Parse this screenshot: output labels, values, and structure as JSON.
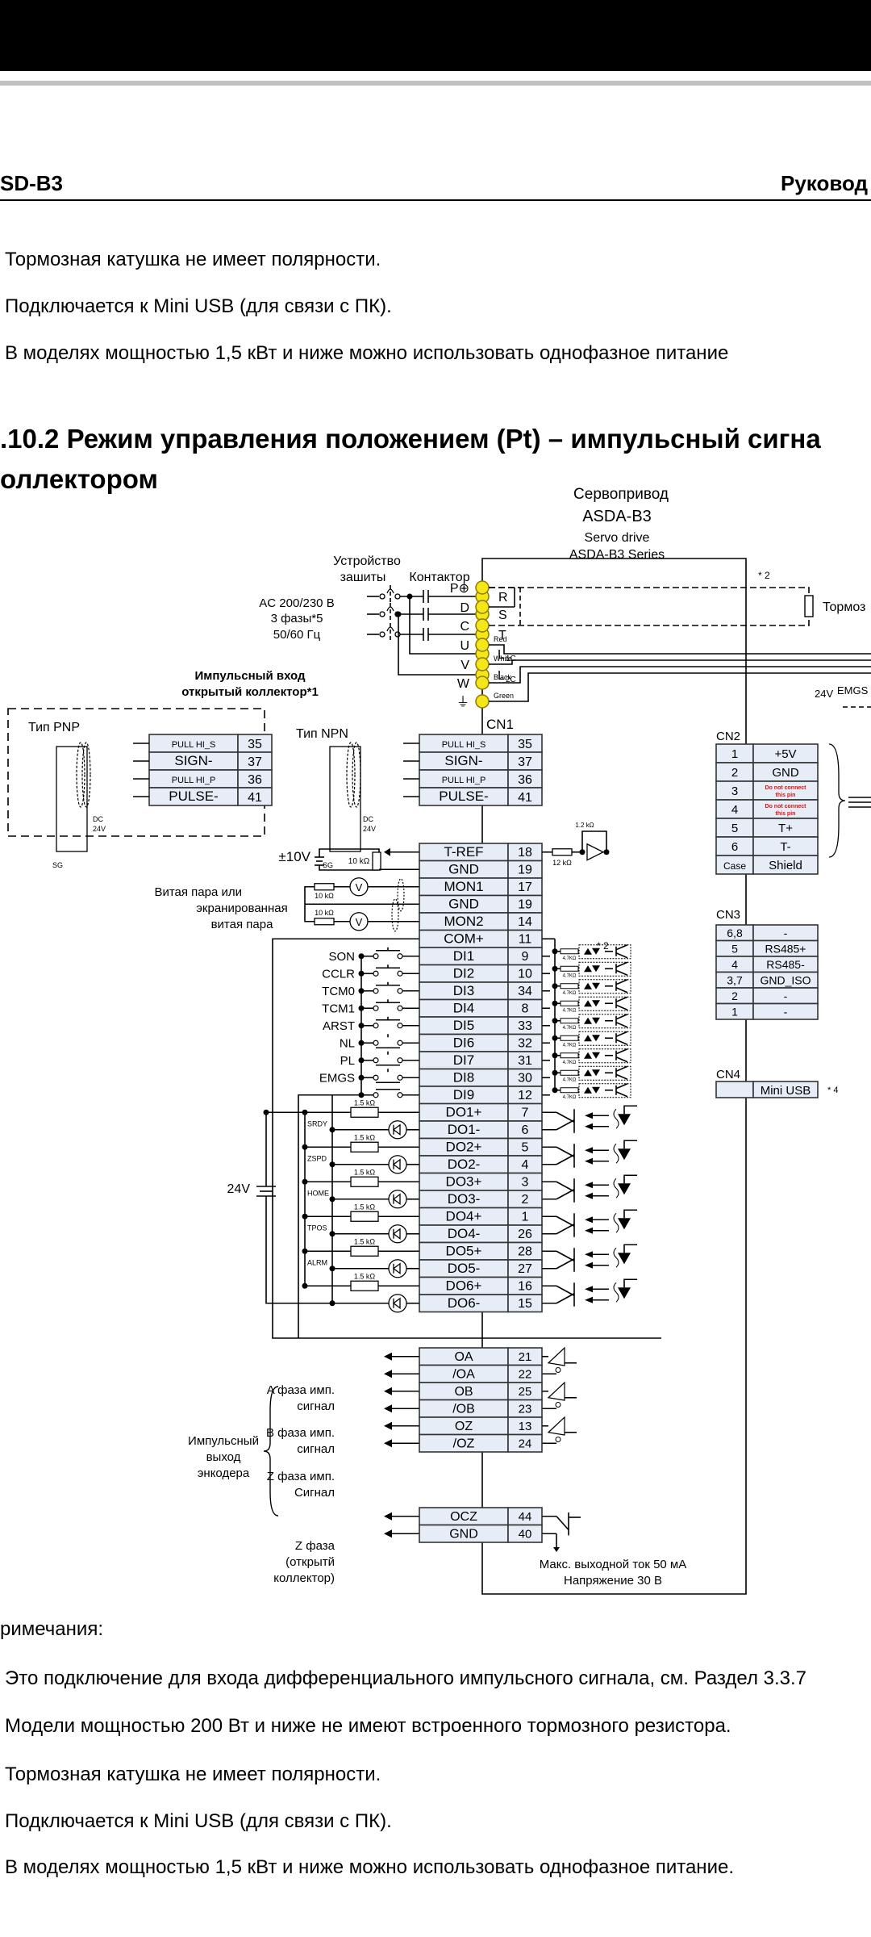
{
  "header": {
    "left": "SD-B3",
    "right": "Руковод"
  },
  "top_notes": [
    "Тормозная катушка не имеет полярности.",
    "Подключается к Mini USB (для связи с ПК).",
    "В моделях мощностью 1,5 кВт и ниже можно использовать однофазное питание"
  ],
  "section": {
    "line1": ".10.2   Режим управления положением (Pt) – импульсный сигна",
    "line2": "оллектором"
  },
  "diagram": {
    "drive": {
      "title_ru": "Сервопривод",
      "model": "ASDA-B3",
      "title_en": "Servo drive",
      "series": "ASDA-B3 Series"
    },
    "power": {
      "protection_line1": "Устройство",
      "protection_line2": "зашиты",
      "contactor": "Контактор",
      "supply_line1": "AC 200/230 В",
      "supply_line2": "3 фазы*5",
      "supply_line3": "50/60 Гц",
      "terminals": [
        "R",
        "S",
        "T",
        "L1C",
        "L2C"
      ]
    },
    "motor_side": {
      "terminals": [
        "P⊕",
        "D",
        "C",
        "U",
        "V",
        "W",
        "⏚"
      ],
      "wires": [
        "Red",
        "White",
        "Black",
        "Green"
      ],
      "note2": "* 2",
      "brake_resistor": "Тормоз",
      "emgs_24v": "24V",
      "emgs": "EMGS"
    },
    "pulse_input": {
      "title_line1": "Импульсный вход",
      "title_line2": "открытый коллектор*1",
      "pnp_label": "Тип PNP",
      "npn_label": "Тип NPN",
      "dc": "DC",
      "v24": "24V",
      "sg": "SG"
    },
    "cn1_label": "CN1",
    "cn1_pulse": [
      {
        "name": "PULL HI_S",
        "pin": "35"
      },
      {
        "name": "SIGN-",
        "pin": "37"
      },
      {
        "name": "PULL HI_P",
        "pin": "36"
      },
      {
        "name": "PULSE-",
        "pin": "41"
      }
    ],
    "analog": {
      "supply": "±10V",
      "pot": "10 kΩ",
      "r12k": "12 kΩ",
      "twisted_line1": "Витая пара или",
      "twisted_line2": "экранированная",
      "twisted_line3": "витая пара",
      "pot1": "10 kΩ",
      "pot2": "10 kΩ",
      "meter": "V"
    },
    "cn1_main": [
      {
        "name": "T-REF",
        "pin": "18"
      },
      {
        "name": "GND",
        "pin": "19"
      },
      {
        "name": "MON1",
        "pin": "17"
      },
      {
        "name": "GND",
        "pin": "19"
      },
      {
        "name": "MON2",
        "pin": "14"
      },
      {
        "name": "COM+",
        "pin": "11"
      },
      {
        "name": "DI1",
        "pin": "9"
      },
      {
        "name": "DI2",
        "pin": "10"
      },
      {
        "name": "DI3",
        "pin": "34"
      },
      {
        "name": "DI4",
        "pin": "8"
      },
      {
        "name": "DI5",
        "pin": "33"
      },
      {
        "name": "DI6",
        "pin": "32"
      },
      {
        "name": "DI7",
        "pin": "31"
      },
      {
        "name": "DI8",
        "pin": "30"
      },
      {
        "name": "DI9",
        "pin": "12"
      },
      {
        "name": "DO1+",
        "pin": "7"
      },
      {
        "name": "DO1-",
        "pin": "6"
      },
      {
        "name": "DO2+",
        "pin": "5"
      },
      {
        "name": "DO2-",
        "pin": "4"
      },
      {
        "name": "DO3+",
        "pin": "3"
      },
      {
        "name": "DO3-",
        "pin": "2"
      },
      {
        "name": "DO4+",
        "pin": "1"
      },
      {
        "name": "DO4-",
        "pin": "26"
      },
      {
        "name": "DO5+",
        "pin": "28"
      },
      {
        "name": "DO5-",
        "pin": "27"
      },
      {
        "name": "DO6+",
        "pin": "16"
      },
      {
        "name": "DO6-",
        "pin": "15"
      }
    ],
    "di_signals": [
      "SON",
      "CCLR",
      "TCM0",
      "TCM1",
      "ARST",
      "NL",
      "PL",
      "EMGS"
    ],
    "di_resistor": "4.7KΩ",
    "di_note": "* 2",
    "do_signals": [
      "SRDY",
      "ZSPD",
      "HOME",
      "TPOS",
      "ALRM"
    ],
    "do_resistor": "1.5 kΩ",
    "do_supply": "24V",
    "encoder": {
      "title_line1": "Импульсный",
      "title_line2": "выход",
      "title_line3": "энкодера",
      "a_line1": "A фаза имп.",
      "a_line2": "сигнал",
      "b_line1": "B фаза имп.",
      "b_line2": "сигнал",
      "z_line1": "Z фаза имп.",
      "z_line2": "Сигнал",
      "oc_line1": "Z фаза",
      "oc_line2": "(открытй",
      "oc_line3": "коллектор)",
      "rows": [
        {
          "name": "OA",
          "pin": "21"
        },
        {
          "name": "/OA",
          "pin": "22"
        },
        {
          "name": "OB",
          "pin": "25"
        },
        {
          "name": "/OB",
          "pin": "23"
        },
        {
          "name": "OZ",
          "pin": "13"
        },
        {
          "name": "/OZ",
          "pin": "24"
        }
      ],
      "oc_rows": [
        {
          "name": "OCZ",
          "pin": "44"
        },
        {
          "name": "GND",
          "pin": "40"
        }
      ],
      "max_current": "Макс. выходной ток 50 мА",
      "voltage": "Напряжение 30 В"
    },
    "cn2_label": "CN2",
    "cn2": [
      {
        "pin": "1",
        "name": "+5V",
        "warn": false
      },
      {
        "pin": "2",
        "name": "GND",
        "warn": false
      },
      {
        "pin": "3",
        "name": "Do not connect this pin",
        "warn": true
      },
      {
        "pin": "4",
        "name": "Do not connect this pin",
        "warn": true
      },
      {
        "pin": "5",
        "name": "T+",
        "warn": false
      },
      {
        "pin": "6",
        "name": "T-",
        "warn": false
      },
      {
        "pin": "Case",
        "name": "Shield",
        "warn": false
      }
    ],
    "cn3_label": "CN3",
    "cn3": [
      {
        "pin": "6,8",
        "name": "-"
      },
      {
        "pin": "5",
        "name": "RS485+"
      },
      {
        "pin": "4",
        "name": "RS485-"
      },
      {
        "pin": "3,7",
        "name": "GND_ISO"
      },
      {
        "pin": "2",
        "name": "-"
      },
      {
        "pin": "1",
        "name": "-"
      }
    ],
    "cn4_label": "CN4",
    "cn4": {
      "pin": "",
      "name": "Mini USB",
      "note": "* 4"
    }
  },
  "notes": {
    "heading": "римечания:",
    "items": [
      "Это подключение для входа дифференциального импульсного сигнала, см. Раздел 3.3.7",
      "Модели мощностью 200 Вт и ниже не имеют встроенного тормозного резистора.",
      "Тормозная катушка не имеет полярности.",
      "Подключается к Mini USB (для связи с ПК).",
      "В моделях мощностью 1,5 кВт и ниже можно использовать однофазное питание."
    ]
  },
  "colors": {
    "cell_fill": "#e6edf6",
    "terminal_yellow": "#f5e61a",
    "warn_red": "#e01010"
  }
}
